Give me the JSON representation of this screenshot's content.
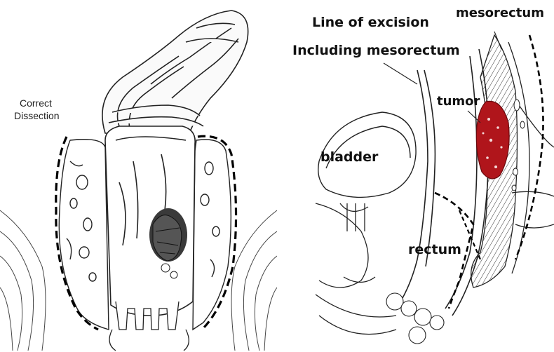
{
  "left_panel": {
    "label_line1": "Correct",
    "label_line2": "Dissection"
  },
  "right_panel": {
    "excision_line1": "Line of excision",
    "excision_line2": "Including mesorectum",
    "mesorectum": "mesorectum",
    "tumor": "tumor",
    "bladder": "bladder",
    "rectum": "rectum"
  },
  "colors": {
    "tumor": "#b0151b",
    "ink": "#1a1a1a"
  }
}
